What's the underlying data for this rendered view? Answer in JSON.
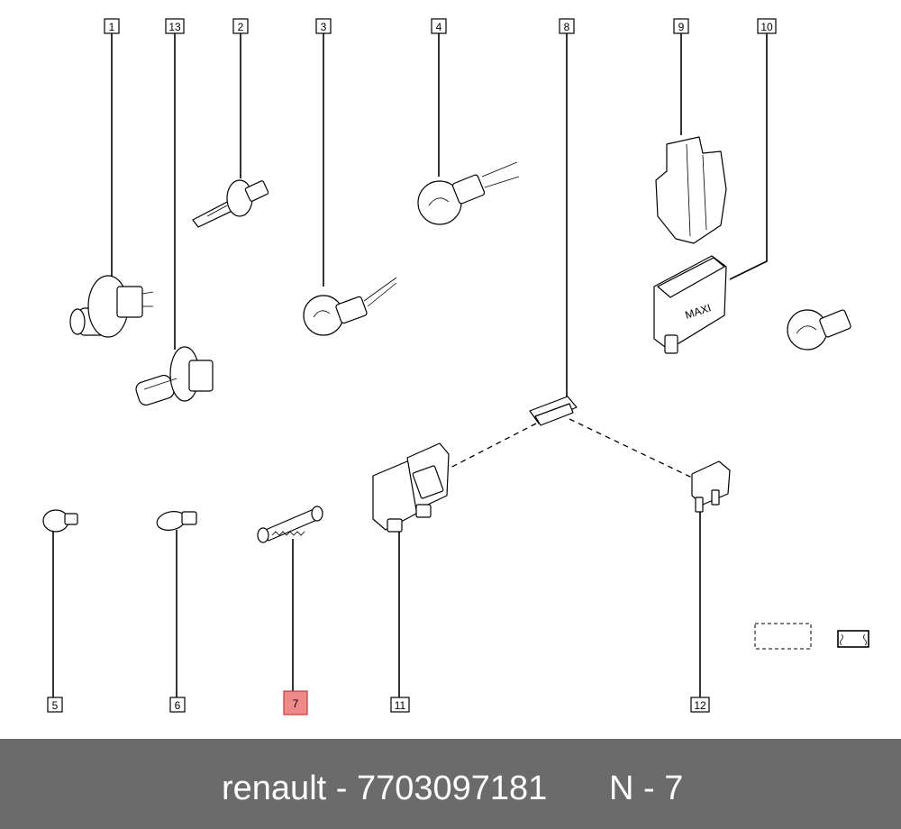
{
  "diagram": {
    "callouts": [
      "1",
      "13",
      "2",
      "3",
      "4",
      "8",
      "9",
      "10",
      "5",
      "6",
      "7",
      "11",
      "12"
    ],
    "highlighted_callout": "7",
    "fuse_marking": "MAXI"
  },
  "footer": {
    "brand_part": "renault - 7703097181",
    "reference": "N - 7"
  }
}
